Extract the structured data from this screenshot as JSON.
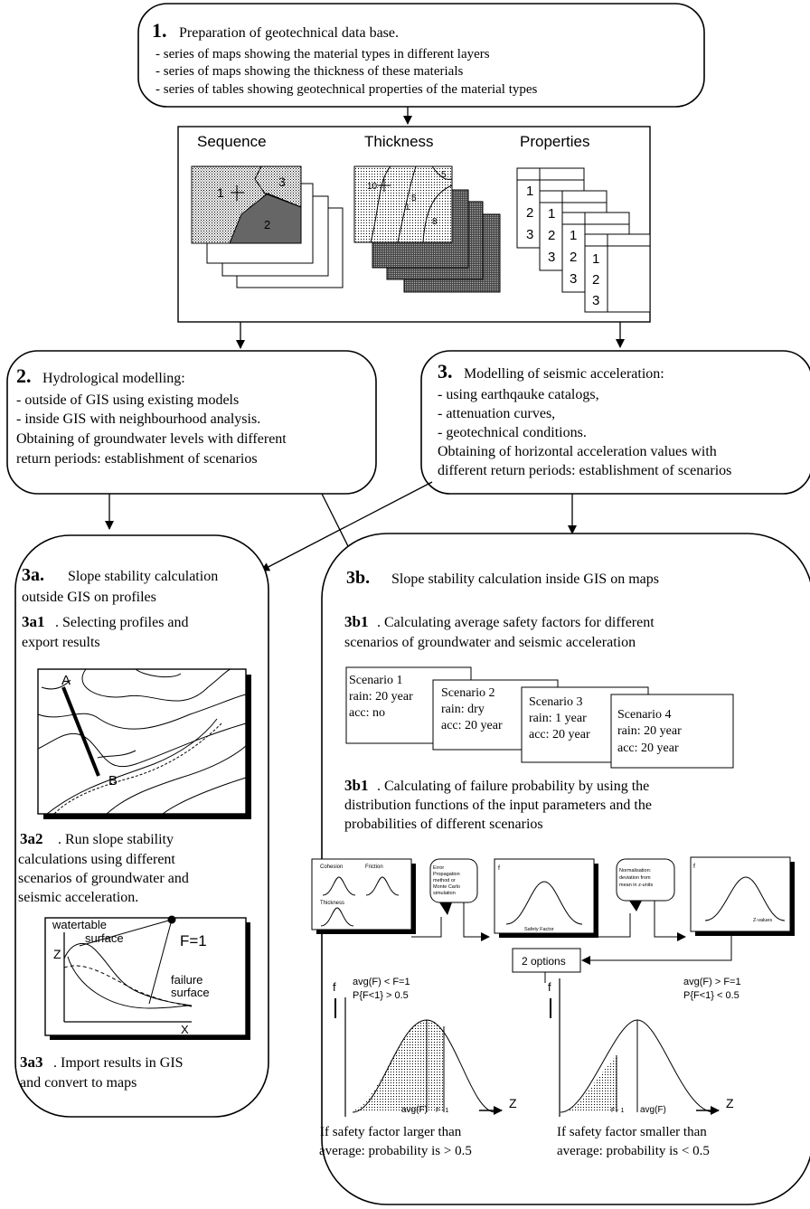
{
  "box1": {
    "num": "1.",
    "title": "Preparation of geotechnical data base.",
    "lines": [
      "- series of maps showing the material types in different layers",
      "- series of maps showing the thickness of these materials",
      "- series of tables showing geotechnical properties of the material types"
    ]
  },
  "panel": {
    "sequence_label": "Sequence",
    "thickness_label": "Thickness",
    "properties_label": "Properties",
    "seq_numbers": [
      "1",
      "3",
      "2"
    ],
    "thick_numbers": [
      "10",
      "5",
      "1",
      "5",
      "8"
    ],
    "table_numbers": [
      "1",
      "2",
      "3"
    ]
  },
  "box2": {
    "num": "2.",
    "title": "Hydrological modelling:",
    "lines": [
      "- outside of GIS using existing models",
      "- inside GIS with neighbourhood analysis.",
      "Obtaining of groundwater levels with different",
      "return periods: establishment of scenarios"
    ]
  },
  "box3": {
    "num": "3.",
    "title": "Modelling of seismic acceleration:",
    "lines": [
      "- using earthqauke catalogs,",
      "- attenuation curves,",
      "- geotechnical conditions.",
      "Obtaining of horizontal acceleration values with",
      "different return periods: establishment of scenarios"
    ]
  },
  "box3a": {
    "num": "3a.",
    "title": "Slope stability calculation",
    "title2": "outside GIS on profiles",
    "s1_num": "3a1",
    "s1_text": ". Selecting profiles and",
    "s1_text2": "export results",
    "map_label_a": "A",
    "map_label_b": "B",
    "s2_num": "3a2",
    "s2_text": ". Run slope stability",
    "s2_lines": [
      "calculations using different",
      "scenarios of groundwater and",
      "seismic acceleration."
    ],
    "profile": {
      "watertable": "watertable",
      "surface": "surface",
      "f1": "F=1",
      "z": "Z",
      "failure": "failure",
      "failure_surface": "surface",
      "x": "X"
    },
    "s3_num": "3a3",
    "s3_text": ". Import results in GIS",
    "s3_text2": "and convert to maps"
  },
  "box3b": {
    "num": "3b.",
    "title": "Slope stability calculation inside GIS on maps",
    "b1_num": "3b1",
    "b1_text": ". Calculating average safety factors for different",
    "b1_text2": "scenarios of groundwater and seismic acceleration",
    "scenarios": [
      {
        "title": "Scenario 1",
        "rain": "rain: 20 year",
        "acc": "acc: no"
      },
      {
        "title": "Scenario 2",
        "rain": "rain: dry",
        "acc": "acc: 20 year"
      },
      {
        "title": "Scenario 3",
        "rain": "rain: 1 year",
        "acc": "acc: 20 year"
      },
      {
        "title": "Scenario 4",
        "rain": "rain: 20 year",
        "acc": "acc: 20 year"
      }
    ],
    "b2_num": "3b1",
    "b2_text": ". Calculating of failure probability by using the",
    "b2_lines": [
      "distribution functions of the input parameters and the",
      "probabilities of different scenarios"
    ],
    "flow": {
      "cohesion": "Cohesion",
      "friction": "Friction",
      "thickness": "Thickness",
      "error": [
        "Error",
        "Propagation",
        "method or",
        "Monte Carlo",
        "simulation"
      ],
      "f": "f",
      "safety_factor": "Safety Factor",
      "normalisation": [
        "Normalisation:",
        "deviation from",
        "mean in z-units"
      ],
      "f2": "f",
      "zvalues": "Z-values",
      "options": "2 options"
    },
    "left_curve": {
      "cond1": "avg(F) < F=1",
      "cond2": "P{F<1} > 0.5",
      "f": "f",
      "avg": "avg(F)",
      "f1": "F - 1",
      "z": "Z",
      "cap1": "If safety factor larger than",
      "cap2": "average: probability is > 0.5"
    },
    "right_curve": {
      "cond1": "avg(F) > F=1",
      "cond2": "P{F<1} < 0.5",
      "f": "f",
      "f1": "F - 1",
      "avg": "avg(F)",
      "z": "Z",
      "cap1": "If safety factor smaller than",
      "cap2": "average: probability is < 0.5"
    }
  }
}
